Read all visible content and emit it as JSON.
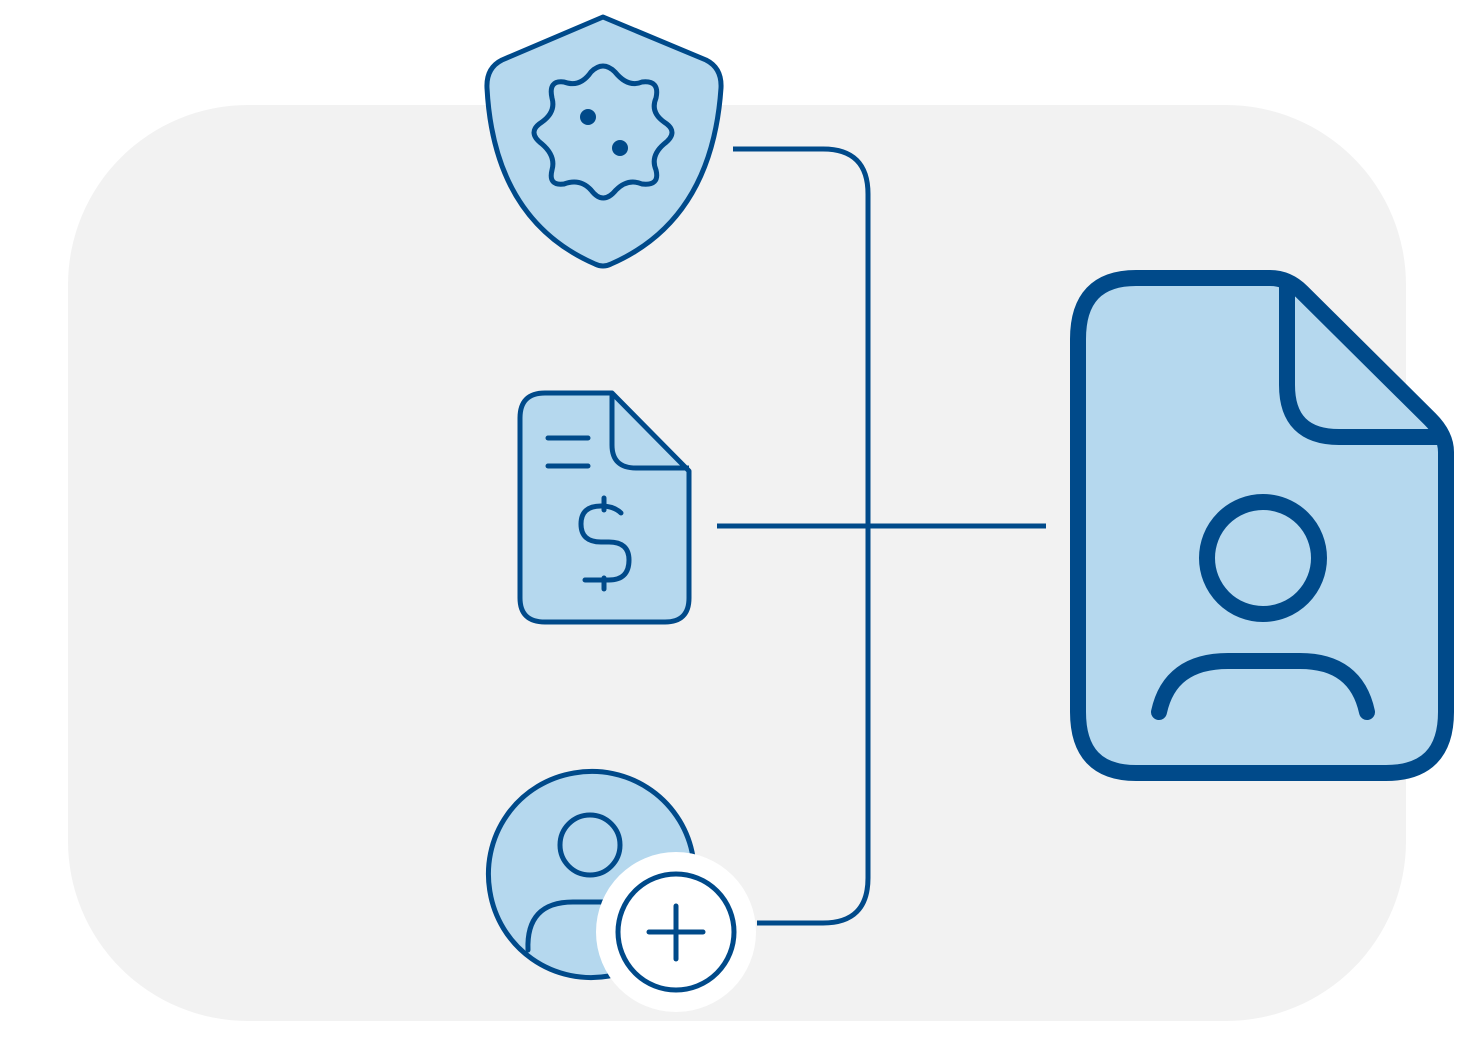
{
  "diagram": {
    "type": "icon-flow",
    "sources": [
      {
        "id": "virus-protection",
        "icon": "virus-shield-icon"
      },
      {
        "id": "billing-document",
        "icon": "dollar-document-icon"
      },
      {
        "id": "add-user",
        "icon": "user-add-icon"
      }
    ],
    "target": {
      "id": "user-profile-document",
      "icon": "user-document-icon"
    },
    "connections": [
      {
        "from": "virus-protection",
        "to": "user-profile-document"
      },
      {
        "from": "billing-document",
        "to": "user-profile-document"
      },
      {
        "from": "add-user",
        "to": "user-profile-document"
      }
    ]
  },
  "colors": {
    "stroke": "#004a8a",
    "fill": "#b5d8ee",
    "panel": "#f2f2f2",
    "background": "#ffffff"
  }
}
